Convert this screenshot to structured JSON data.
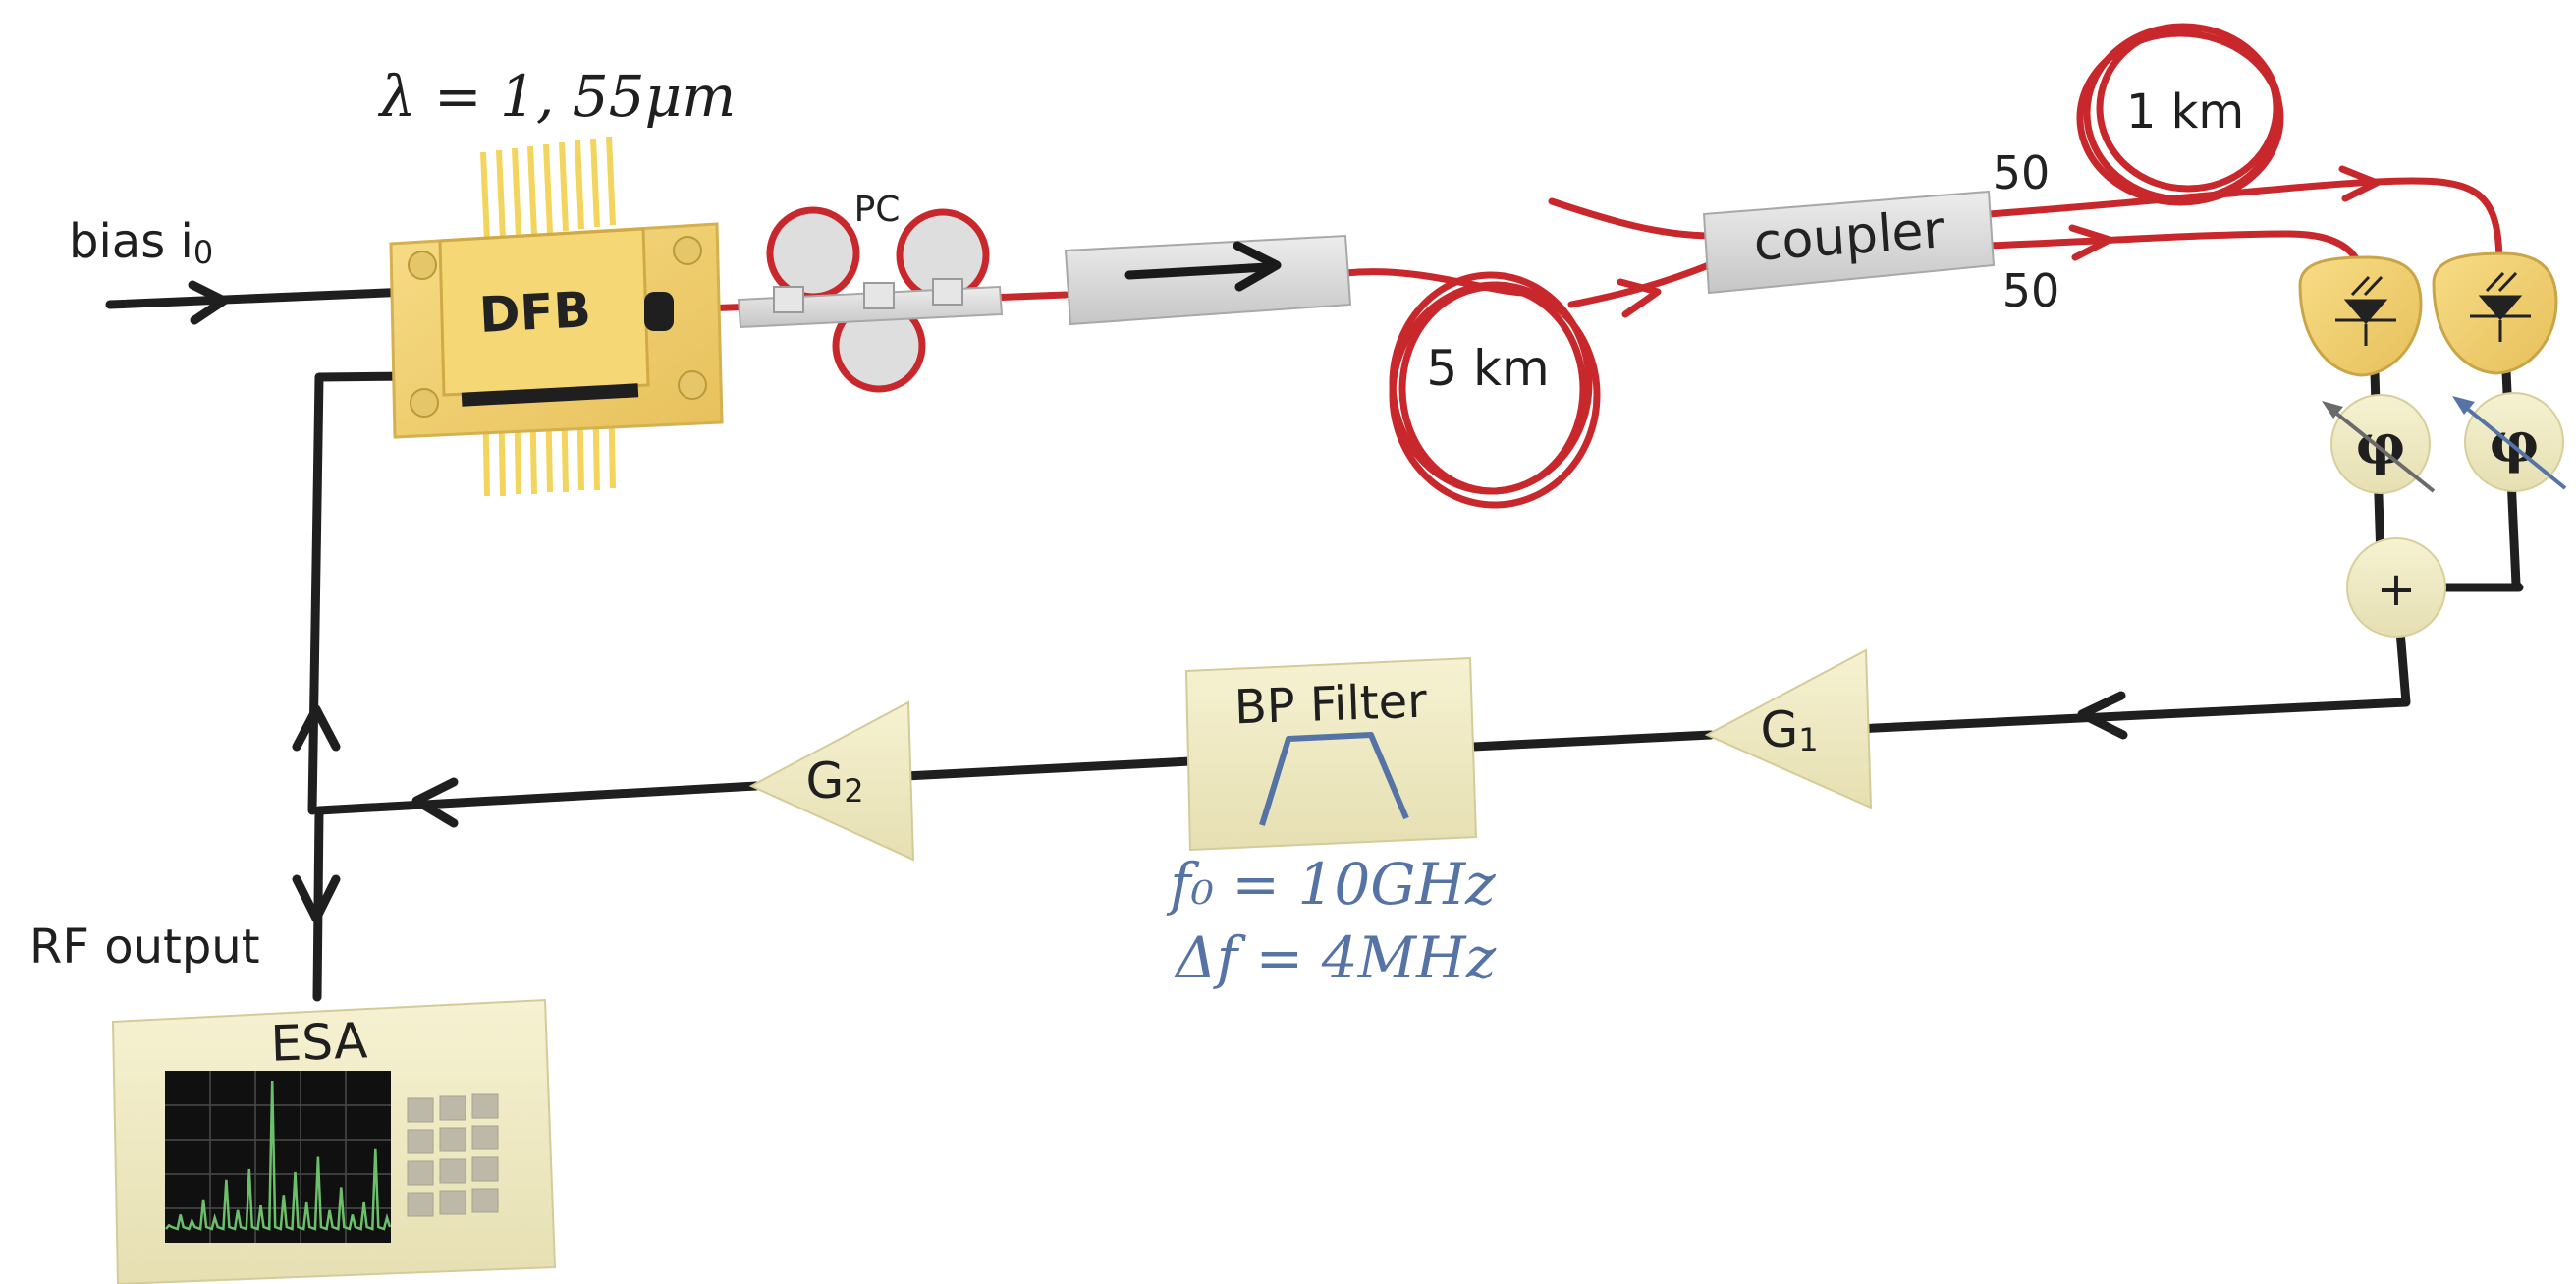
{
  "labels": {
    "wavelength": "λ = 1, 55μm",
    "bias_prefix": "bias i",
    "bias_sub": "0",
    "dfb": "DFB",
    "pc": "PC",
    "fiber_5km": "5  km",
    "fiber_1km": "1 km",
    "coupler": "coupler",
    "split_top": "50",
    "split_bottom": "50",
    "phase_1": "φ",
    "phase_2": "φ",
    "sum": "+",
    "g1_main": "G",
    "g1_sub": "1",
    "g2_main": "G",
    "g2_sub": "2",
    "bp_filter": "BP Filter",
    "f0": "f₀ = 10GHz",
    "delta_f": "Δf = 4MHz",
    "rf_output": "RF output",
    "esa": "ESA"
  },
  "colors": {
    "electrical_line": "#1f1f1f",
    "optical_fiber": "#c8282c",
    "component_cream": "#f1ecc6",
    "component_shade": "#ddd6a6",
    "dfb_gold": "#f0cf6a",
    "dfb_pins": "#f3d45c",
    "fiber_component_gray": "#dcdcdc",
    "annotation_blue": "#5673a6",
    "screen_bg": "#101010",
    "spectrum_green": "#6cc06c"
  },
  "icons": [
    "arrow-right-icon",
    "photodiode-icon",
    "phase-shifter-icon",
    "summing-junction-icon",
    "bandpass-shape-icon",
    "spectrum-trace-icon",
    "keypad-icon"
  ],
  "spectrum": {
    "peaks": [
      0.05,
      0.12,
      0.08,
      0.22,
      0.1,
      0.35,
      0.15,
      0.42,
      0.18,
      1.0,
      0.25,
      0.4,
      0.2,
      0.5,
      0.15,
      0.3,
      0.12,
      0.2,
      0.55,
      0.1
    ]
  }
}
